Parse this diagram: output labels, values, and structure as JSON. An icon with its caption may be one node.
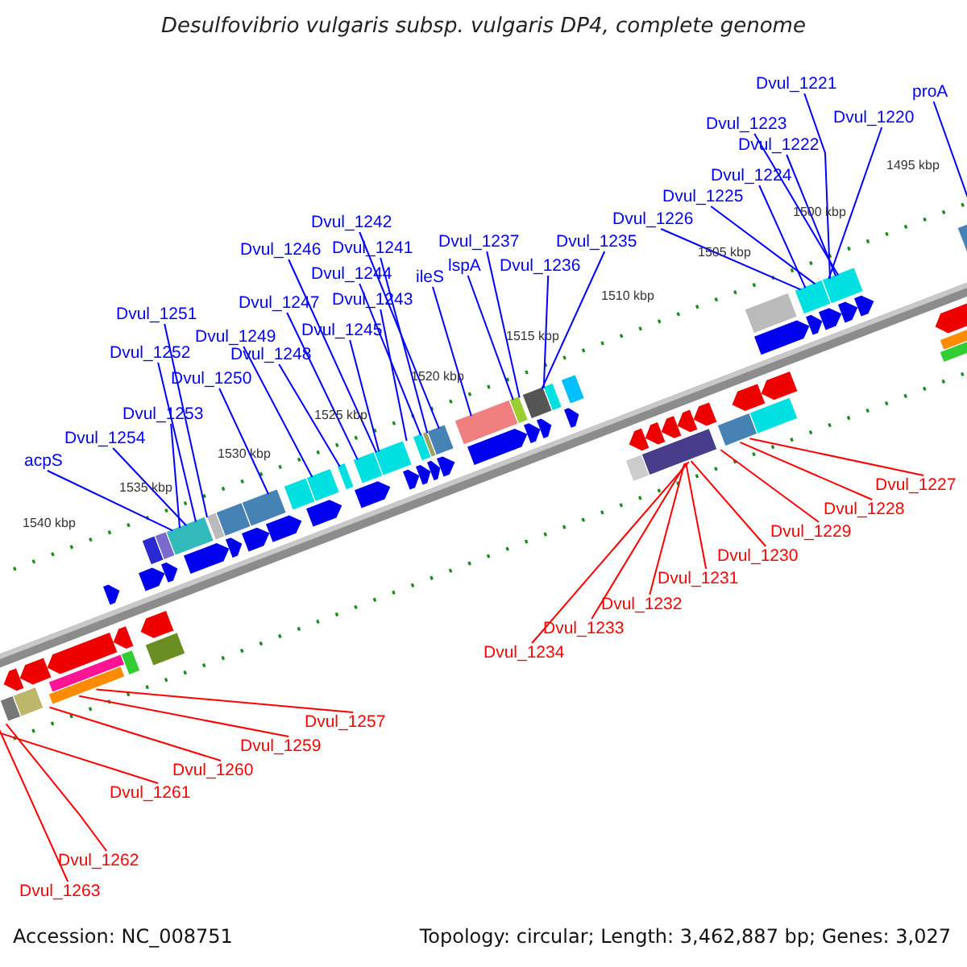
{
  "diagram": {
    "title": "Desulfovibrio vulgaris subsp. vulgaris DP4, complete genome",
    "nodes": [
      {
        "text": [
          "Dvul_1221"
        ]
      },
      {
        "text": [
          "proA"
        ]
      },
      {
        "text": [
          "Dvul_1220"
        ]
      },
      {
        "text": [
          "Dvul_1223"
        ]
      },
      {
        "text": [
          "Dvul_1222"
        ]
      },
      {
        "text": [
          "Dvul_1224"
        ]
      },
      {
        "text": [
          "Dvul_1225"
        ]
      },
      {
        "text": [
          "Dvul_1226"
        ]
      },
      {
        "text": [
          "Dvul_1242"
        ]
      },
      {
        "text": [
          "Dvul_1235"
        ]
      },
      {
        "text": [
          "Dvul_1237"
        ]
      },
      {
        "text": [
          "Dvul_1241"
        ]
      },
      {
        "text": [
          "Dvul_1246"
        ]
      },
      {
        "text": [
          "Dvul_1236"
        ]
      },
      {
        "text": [
          "lspA"
        ]
      },
      {
        "text": [
          "Dvul_1244"
        ]
      },
      {
        "text": [
          "ileS"
        ]
      },
      {
        "text": [
          "Dvul_1243"
        ]
      },
      {
        "text": [
          "Dvul_1247"
        ]
      },
      {
        "text": [
          "Dvul_1251"
        ]
      },
      {
        "text": [
          "Dvul_1245"
        ]
      },
      {
        "text": [
          "Dvul_1249"
        ]
      },
      {
        "text": [
          "Dvul_1252"
        ]
      },
      {
        "text": [
          "Dvul_1248"
        ]
      },
      {
        "text": [
          "Dvul_1250"
        ]
      },
      {
        "text": [
          "Dvul_1253"
        ]
      },
      {
        "text": [
          "Dvul_1254"
        ]
      },
      {
        "text": [
          "acpS"
        ]
      },
      {
        "text": [
          "Dvul_1227"
        ]
      },
      {
        "text": [
          "Dvul_1228"
        ]
      },
      {
        "text": [
          "Dvul_1229"
        ]
      },
      {
        "text": [
          "Dvul_1230"
        ]
      },
      {
        "text": [
          "Dvul_1231"
        ]
      },
      {
        "text": [
          "Dvul_1232"
        ]
      },
      {
        "text": [
          "Dvul_1233"
        ]
      },
      {
        "text": [
          "Dvul_1234"
        ]
      },
      {
        "text": [
          "Dvul_1257"
        ]
      },
      {
        "text": [
          "Dvul_1259"
        ]
      },
      {
        "text": [
          "Dvul_1260"
        ]
      },
      {
        "text": [
          "Dvul_1261"
        ]
      },
      {
        "text": [
          "Dvul_1262"
        ]
      },
      {
        "text": [
          "Dvul_1263"
        ]
      }
    ],
    "edges": [
      {
        "from": 0,
        "to": null,
        "arrow": "none"
      },
      {
        "from": 1,
        "to": null,
        "arrow": "none"
      },
      {
        "from": 2,
        "to": null,
        "arrow": "none"
      },
      {
        "from": 3,
        "to": null,
        "arrow": "none"
      },
      {
        "from": 4,
        "to": null,
        "arrow": "none"
      },
      {
        "from": 5,
        "to": null,
        "arrow": "none"
      },
      {
        "from": 6,
        "to": null,
        "arrow": "none"
      },
      {
        "from": 7,
        "to": null,
        "arrow": "none"
      },
      {
        "from": 8,
        "to": null,
        "arrow": "none"
      },
      {
        "from": 9,
        "to": null,
        "arrow": "none"
      },
      {
        "from": 10,
        "to": null,
        "arrow": "none"
      },
      {
        "from": 11,
        "to": null,
        "arrow": "none"
      },
      {
        "from": 12,
        "to": null,
        "arrow": "none"
      },
      {
        "from": 13,
        "to": null,
        "arrow": "none"
      },
      {
        "from": 14,
        "to": null,
        "arrow": "none"
      },
      {
        "from": 15,
        "to": null,
        "arrow": "none"
      },
      {
        "from": 16,
        "to": null,
        "arrow": "none"
      },
      {
        "from": 17,
        "to": null,
        "arrow": "none"
      },
      {
        "from": 18,
        "to": null,
        "arrow": "none"
      },
      {
        "from": 19,
        "to": null,
        "arrow": "none"
      },
      {
        "from": 20,
        "to": null,
        "arrow": "none"
      },
      {
        "from": 21,
        "to": null,
        "arrow": "none"
      },
      {
        "from": 22,
        "to": null,
        "arrow": "none"
      },
      {
        "from": 23,
        "to": null,
        "arrow": "none"
      },
      {
        "from": 24,
        "to": null,
        "arrow": "none"
      },
      {
        "from": 25,
        "to": null,
        "arrow": "none"
      },
      {
        "from": 26,
        "to": null,
        "arrow": "none"
      },
      {
        "from": 27,
        "to": null,
        "arrow": "none"
      },
      {
        "from": 28,
        "to": null,
        "arrow": "none",
        "color": "#ff0000"
      },
      {
        "from": 29,
        "to": null,
        "arrow": "none",
        "color": "#ff0000"
      },
      {
        "from": 30,
        "to": null,
        "arrow": "none",
        "color": "#ff0000"
      },
      {
        "from": 31,
        "to": null,
        "arrow": "none",
        "color": "#ff0000"
      },
      {
        "from": 32,
        "to": null,
        "arrow": "none",
        "color": "#ff0000"
      },
      {
        "from": 33,
        "to": null,
        "arrow": "none",
        "color": "#ff0000"
      },
      {
        "from": 34,
        "to": null,
        "arrow": "none",
        "color": "#ff0000"
      },
      {
        "from": 35,
        "to": null,
        "arrow": "none",
        "color": "#ff0000"
      },
      {
        "from": 36,
        "to": null,
        "arrow": "none",
        "color": "#ff0000"
      },
      {
        "from": 37,
        "to": null,
        "arrow": "none",
        "color": "#ff0000"
      },
      {
        "from": 38,
        "to": null,
        "arrow": "none",
        "color": "#ff0000"
      },
      {
        "from": 39,
        "to": null,
        "arrow": "none",
        "color": "#ff0000"
      },
      {
        "from": 40,
        "to": null,
        "arrow": "none",
        "color": "#ff0000"
      },
      {
        "from": 41,
        "to": null,
        "arrow": "none",
        "color": "#ff0000"
      }
    ],
    "labels": [
      "1495 kbp",
      "1500 kbp",
      "1505 kbp",
      "1510 kbp",
      "1515 kbp",
      "1520 kbp",
      "1525 kbp",
      "1530 kbp",
      "1535 kbp",
      "1540 kbp",
      "Accession: NC_008751",
      "Topology: circular; Length: 3,462,887 bp; Genes: 3,027"
    ]
  }
}
